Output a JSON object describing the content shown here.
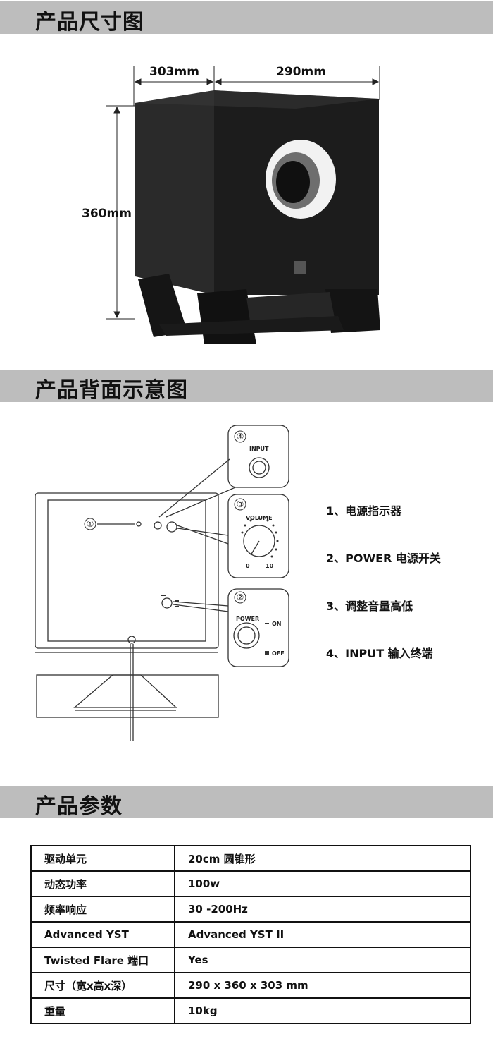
{
  "sections": {
    "dimensions": "产品尺寸图",
    "rear": "产品背面示意图",
    "params": "产品参数"
  },
  "dimensions": {
    "depth": "303mm",
    "width": "290mm",
    "height": "360mm"
  },
  "rear_diagram": {
    "callouts": [
      "①",
      "②",
      "③",
      "④"
    ],
    "input_label": "INPUT",
    "volume_label": "VOLUME",
    "volume_min": "0",
    "volume_max": "10",
    "power_label": "POWER",
    "on_label": "ON",
    "off_label": "OFF"
  },
  "legend": [
    "1、电源指示器",
    "2、POWER 电源开关",
    "3、调整音量高低",
    "4、INPUT 输入终端"
  ],
  "specs": [
    {
      "key": "驱动单元",
      "value": "20cm 圆锥形"
    },
    {
      "key": "动态功率",
      "value": "100w"
    },
    {
      "key": "频率响应",
      "value": "30 -200Hz"
    },
    {
      "key": "Advanced YST",
      "value": "Advanced YST II"
    },
    {
      "key": "Twisted Flare 端口",
      "value": "Yes"
    },
    {
      "key": "尺寸（宽x高x深）",
      "value": "290 x 360 x 303 mm"
    },
    {
      "key": "重量",
      "value": "10kg"
    }
  ],
  "colors": {
    "section_bar": "#bdbdbd",
    "cabinet": "#1c1c1c",
    "port": "#f2f2f2"
  }
}
